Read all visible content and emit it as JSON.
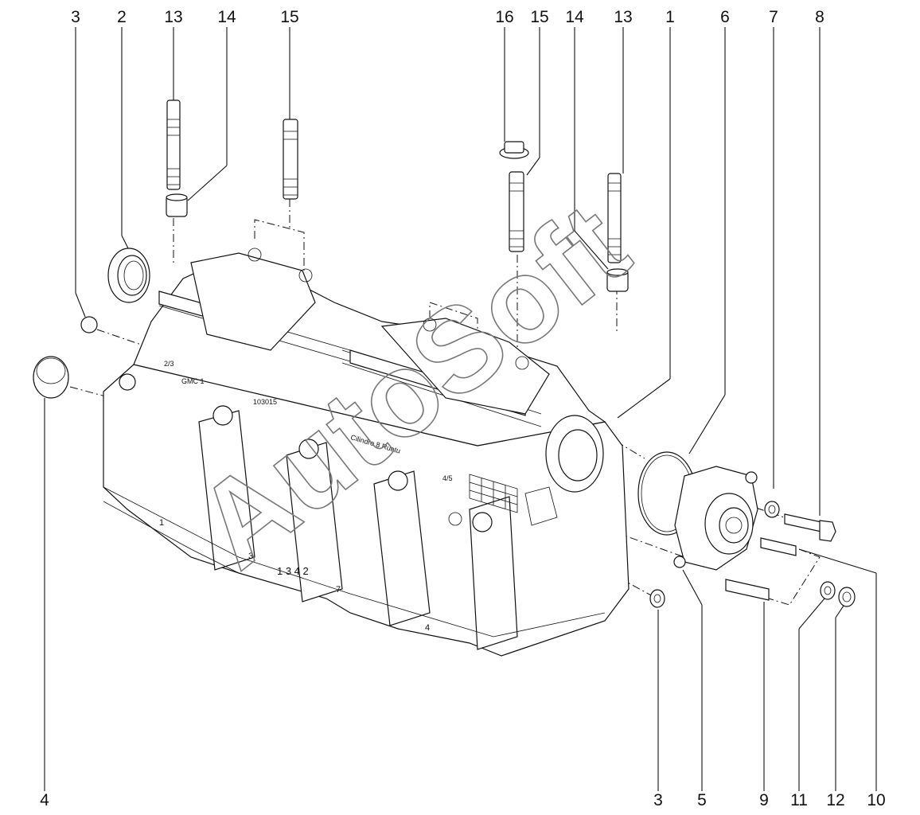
{
  "diagram": {
    "callouts": {
      "top": [
        "3",
        "2",
        "13",
        "14",
        "15",
        "16",
        "15",
        "14",
        "13",
        "1",
        "6",
        "7",
        "8"
      ],
      "bottom": [
        "4",
        "3",
        "5",
        "9",
        "11",
        "12",
        "10"
      ]
    },
    "casting_marks": {
      "mark_a": "1",
      "mark_b": "1 3 4 2",
      "mark_c": "7",
      "mark_d": "4",
      "mark_e": "3",
      "mark_f": "4/5",
      "mark_g": "GMC 1",
      "mark_h": "2/3",
      "mark_i": "103015",
      "mark_j": "Cilindro 8 Ruotu"
    },
    "watermark": "AutoSoft"
  }
}
